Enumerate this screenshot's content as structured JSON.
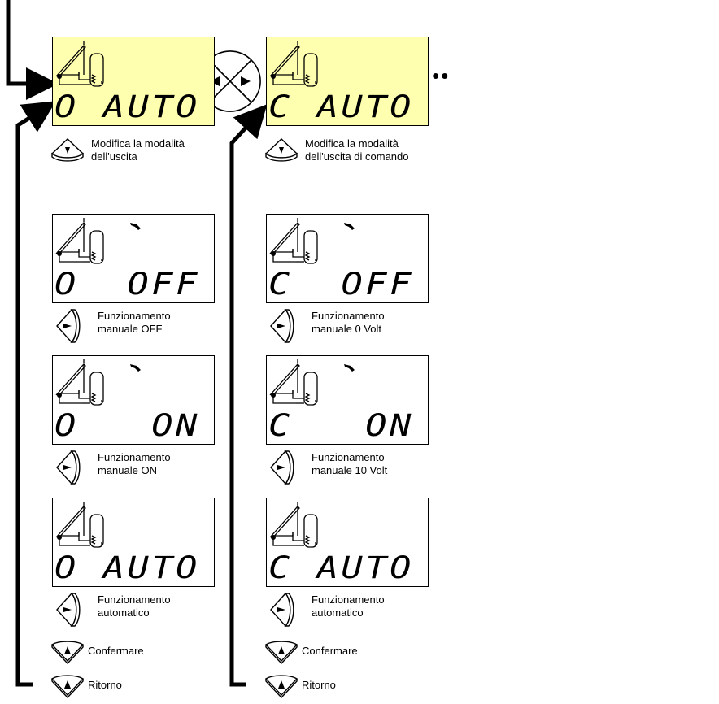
{
  "columns": [
    {
      "header_lcd": {
        "text": "O AUTO"
      },
      "header_caption_lines": [
        "Modifica la modalità",
        "dell'uscita"
      ],
      "steps": [
        {
          "lcd": {
            "text": "O  OFF",
            "hand": true
          },
          "caption_lines": [
            "Funzionamento",
            "manuale OFF"
          ]
        },
        {
          "lcd": {
            "text": "O   ON",
            "hand": true
          },
          "caption_lines": [
            "Funzionamento",
            "manuale ON"
          ]
        },
        {
          "lcd": {
            "text": "O AUTO",
            "hand": false
          },
          "caption_lines": [
            "Funzionamento",
            "automatico"
          ]
        }
      ],
      "confirm_label": "Confermare",
      "back_label": "Ritorno"
    },
    {
      "header_lcd": {
        "text": "C AUTO"
      },
      "header_caption_lines": [
        "Modifica la modalità",
        "dell'uscita di comando"
      ],
      "steps": [
        {
          "lcd": {
            "text": "C  OFF",
            "hand": true
          },
          "caption_lines": [
            "Funzionamento",
            "manuale 0 Volt"
          ]
        },
        {
          "lcd": {
            "text": "C   ON",
            "hand": true
          },
          "caption_lines": [
            "Funzionamento",
            "manuale 10 Volt"
          ]
        },
        {
          "lcd": {
            "text": "C AUTO",
            "hand": false
          },
          "caption_lines": [
            "Funzionamento",
            "automatico"
          ]
        }
      ],
      "confirm_label": "Confermare",
      "back_label": "Ritorno"
    }
  ],
  "more_indicator": "•••",
  "colors": {
    "lcd_highlight": "#ffffb0",
    "line": "#000000"
  },
  "icons": [
    "down-button-icon",
    "right-button-icon",
    "up-button-icon",
    "four-way-navigation-icon",
    "hand-icon",
    "solar-system-schema-icon"
  ]
}
